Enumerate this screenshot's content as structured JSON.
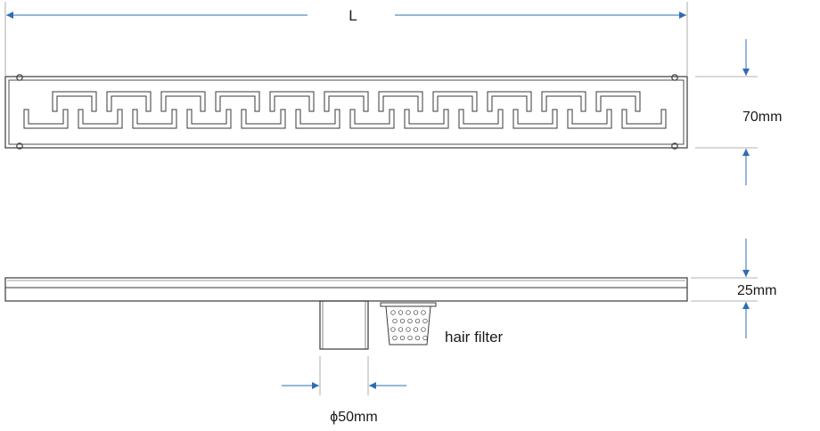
{
  "dimensions": {
    "length_label": "L",
    "width_label": "70mm",
    "height_label": "25mm",
    "outlet_label": "ϕ50mm"
  },
  "callouts": {
    "hair_filter_label": "hair filter"
  },
  "colors": {
    "line": "#3a3a3a",
    "dimension_arrow": "#2e6db3",
    "background": "#ffffff"
  }
}
